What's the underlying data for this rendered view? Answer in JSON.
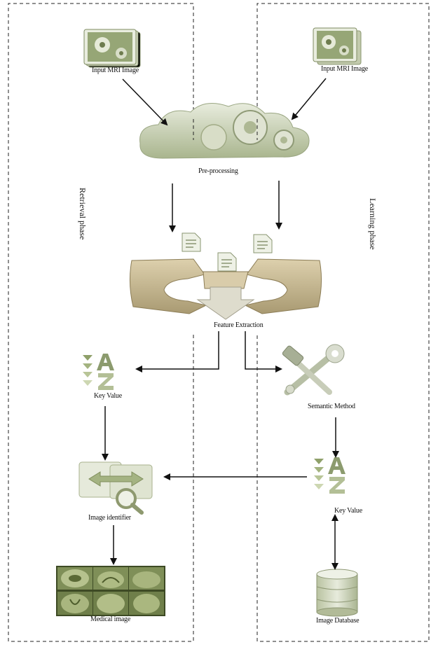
{
  "phases": {
    "retrieval": "Retrieval phase",
    "learning": "Learning phase"
  },
  "nodes": {
    "input_left": "Input MRI Image",
    "input_right": "Input MRI Image",
    "preprocessing": "Pre-processing",
    "feature_extraction": "Feature Extraction",
    "key_value_left": "Key Value",
    "semantic_method": "Semantic Method",
    "key_value_right": "Key Value",
    "image_identifier": "Image identifier",
    "medical_image": "Medical image",
    "image_database": "Image Database"
  },
  "icons": {
    "input": "photo-stack-icon",
    "preprocessing": "cloud-gears-icon",
    "feature_extraction": "gear-halves-arrow-icon",
    "document": "document-icon",
    "key_value": "sort-az-icon",
    "semantic_method": "wrench-hammer-icon",
    "image_identifier": "compare-magnifier-icon",
    "medical_image": "brain-mri-slices-icon",
    "image_database": "database-cylinder-icon"
  },
  "colors": {
    "icon_olive": "#8a9a6a",
    "icon_light": "#cfd6be",
    "icon_dark": "#5f6f44",
    "wood": "#c9b48a"
  }
}
